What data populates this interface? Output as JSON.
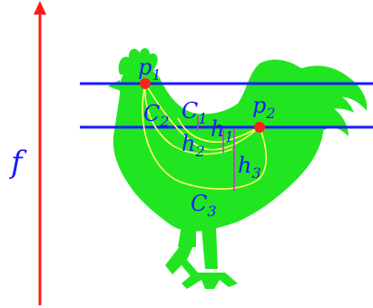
{
  "figure": {
    "axis_label": "f",
    "points": [
      {
        "label": "p",
        "subscript": "1"
      },
      {
        "label": "p",
        "subscript": "2"
      }
    ],
    "curves": [
      {
        "label": "C",
        "subscript": "1"
      },
      {
        "label": "C",
        "subscript": "2"
      },
      {
        "label": "C",
        "subscript": "3"
      }
    ],
    "heights": [
      {
        "label": "h",
        "subscript": "1"
      },
      {
        "label": "h",
        "subscript": "2"
      },
      {
        "label": "h",
        "subscript": "3"
      }
    ],
    "colors": {
      "silhouette": "#22e522",
      "axis_arrow": "#ff1a1a",
      "level_lines": "#1a1aff",
      "curves": "#ffff66",
      "height_segments": "#cc33cc",
      "points": "#ff2020",
      "labels": "#1a1aff"
    }
  }
}
